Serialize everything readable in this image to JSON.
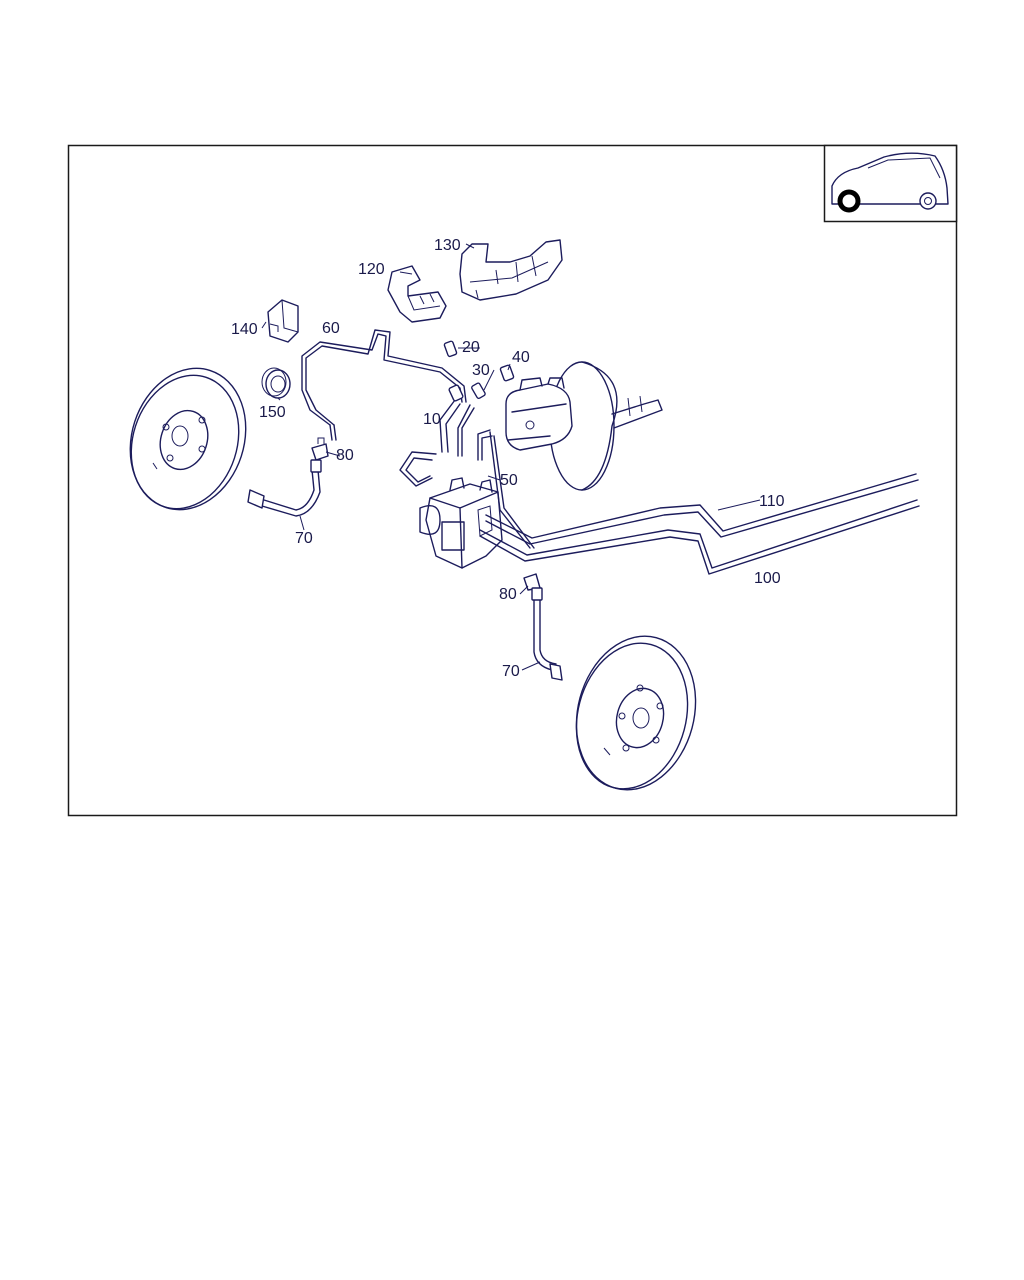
{
  "colors": {
    "line": "#1c1c5c",
    "frame": "#1a1a1a",
    "background": "#ffffff",
    "wheel_highlight": "#000000"
  },
  "icons": {
    "vehicle_locator": "car-side-icon"
  },
  "callouts": {
    "c130": "130",
    "c120": "120",
    "c140": "140",
    "c60": "60",
    "c20": "20",
    "c30": "30",
    "c40": "40",
    "c150": "150",
    "c10": "10",
    "c80_front": "80",
    "c50": "50",
    "c110": "110",
    "c70_front": "70",
    "c100": "100",
    "c80_rear": "80",
    "c70_rear": "70"
  }
}
